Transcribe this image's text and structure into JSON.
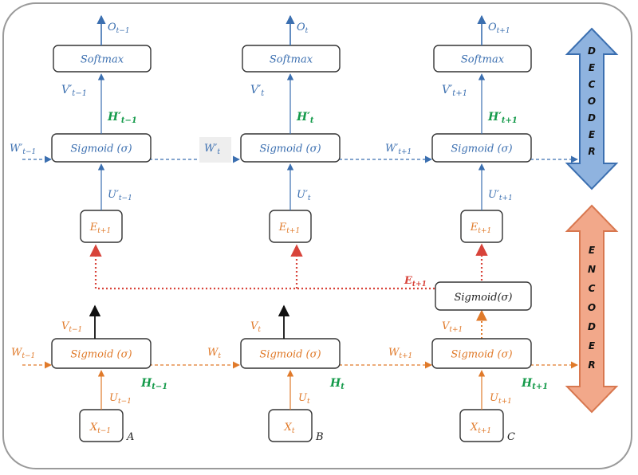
{
  "decoder_label": "DECODER",
  "encoder_label": "ENCODER",
  "columns": [
    {
      "output": {
        "base": "O",
        "sub": "t−1"
      },
      "softmax": "Softmax",
      "v_dec": {
        "base": "V′",
        "sub": "t−1"
      },
      "h_dec": {
        "base": "H′",
        "sub": "t−1"
      },
      "w_dec": {
        "base": "W′",
        "sub": "t−1"
      },
      "sigmoid_dec": "Sigmoid (σ)",
      "u_dec": {
        "base": "U′",
        "sub": "t−1"
      },
      "e_box": {
        "base": "E",
        "sub": "t+1"
      },
      "v_enc": {
        "base": "V",
        "sub": "t−1"
      },
      "w_enc": {
        "base": "W",
        "sub": "t−1"
      },
      "sigmoid_enc": "Sigmoid (σ)",
      "h_enc": {
        "base": "H",
        "sub": "t−1"
      },
      "u_enc": {
        "base": "U",
        "sub": "t−1"
      },
      "x_box": {
        "base": "X",
        "sub": "t−1"
      },
      "letter": "A"
    },
    {
      "output": {
        "base": "O",
        "sub": "t"
      },
      "softmax": "Softmax",
      "v_dec": {
        "base": "V′",
        "sub": "t"
      },
      "h_dec": {
        "base": "H′",
        "sub": "t"
      },
      "w_dec": {
        "base": "W′",
        "sub": "t"
      },
      "sigmoid_dec": "Sigmoid (σ)",
      "u_dec": {
        "base": "U′",
        "sub": "t"
      },
      "e_box": {
        "base": "E",
        "sub": "t+1"
      },
      "v_enc": {
        "base": "V",
        "sub": "t"
      },
      "w_enc": {
        "base": "W",
        "sub": "t"
      },
      "sigmoid_enc": "Sigmoid (σ)",
      "h_enc": {
        "base": "H",
        "sub": "t"
      },
      "u_enc": {
        "base": "U",
        "sub": "t"
      },
      "x_box": {
        "base": "X",
        "sub": "t"
      },
      "letter": "B"
    },
    {
      "output": {
        "base": "O",
        "sub": "t+1"
      },
      "softmax": "Softmax",
      "v_dec": {
        "base": "V′",
        "sub": "t+1"
      },
      "h_dec": {
        "base": "H′",
        "sub": "t+1"
      },
      "w_dec": {
        "base": "W′",
        "sub": "t+1"
      },
      "sigmoid_dec": "Sigmoid (σ)",
      "u_dec": {
        "base": "U′",
        "sub": "t+1"
      },
      "e_box": {
        "base": "E",
        "sub": "t+1"
      },
      "v_enc": {
        "base": "V",
        "sub": "t+1"
      },
      "w_enc": {
        "base": "W",
        "sub": "t+1"
      },
      "sigmoid_enc": "Sigmoid (σ)",
      "h_enc": {
        "base": "H",
        "sub": "t+1"
      },
      "u_enc": {
        "base": "U",
        "sub": "t+1"
      },
      "x_box": {
        "base": "X",
        "sub": "t+1"
      },
      "letter": "C"
    }
  ],
  "encoder_extra": {
    "sigmoid": "Sigmoid(σ)",
    "e_label": {
      "base": "E",
      "sub": "t+1"
    }
  },
  "colors": {
    "decoder": "#3b6fb0",
    "encoder": "#e07a2a",
    "hidden": "#149a4a",
    "context": "#d8433a"
  }
}
